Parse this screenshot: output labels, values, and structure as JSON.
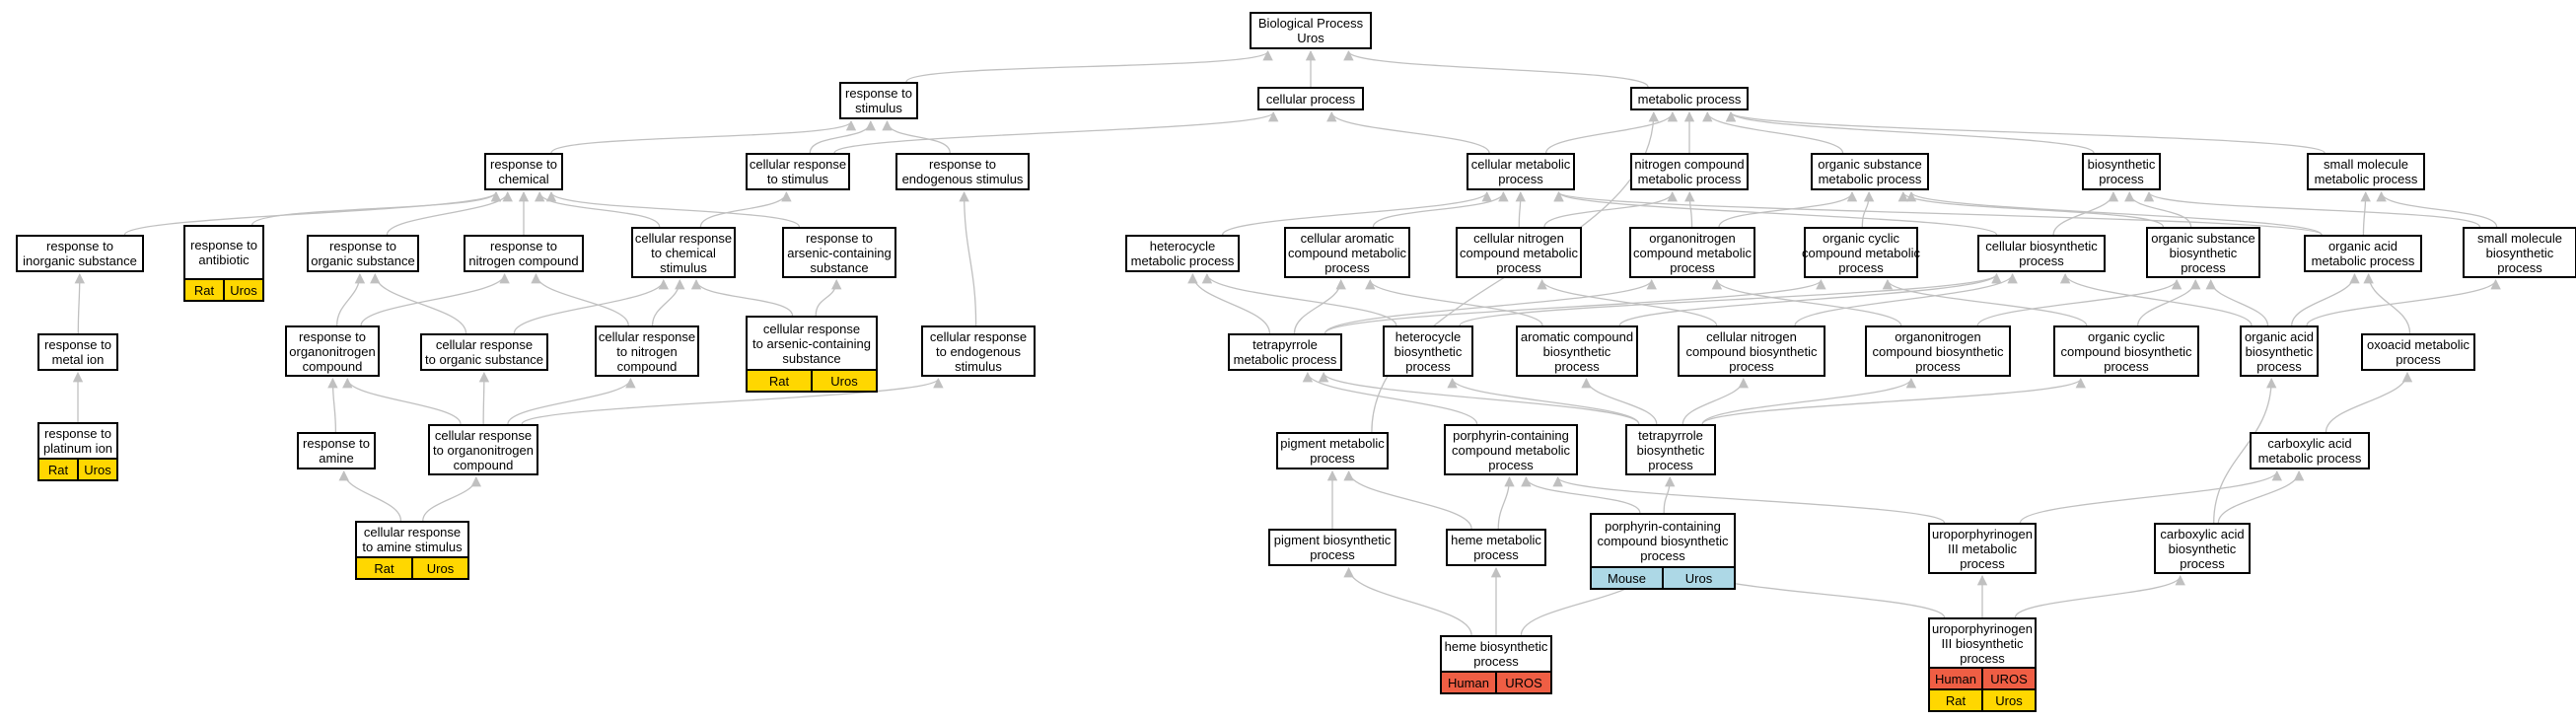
{
  "graph": {
    "colors": {
      "edge": "#c0c0c0",
      "border": "#000000",
      "rat": "#ffd700",
      "mouse": "#add8e6",
      "human": "#ef5e44"
    },
    "nodes": [
      {
        "id": "root",
        "lines": [
          "Biological Process",
          "Uros"
        ]
      },
      {
        "id": "resp_stim",
        "lines": [
          "response to",
          "stimulus"
        ]
      },
      {
        "id": "cell_proc",
        "lines": [
          "cellular process"
        ]
      },
      {
        "id": "metab_proc",
        "lines": [
          "metabolic process"
        ]
      },
      {
        "id": "resp_chem",
        "lines": [
          "response to",
          "chemical"
        ]
      },
      {
        "id": "cell_resp_stim",
        "lines": [
          "cellular response",
          "to stimulus"
        ]
      },
      {
        "id": "resp_endo",
        "lines": [
          "response to",
          "endogenous stimulus"
        ]
      },
      {
        "id": "cell_metab",
        "lines": [
          "cellular metabolic",
          "process"
        ]
      },
      {
        "id": "nitro_metab",
        "lines": [
          "nitrogen compound",
          "metabolic process"
        ]
      },
      {
        "id": "org_sub_metab",
        "lines": [
          "organic substance",
          "metabolic process"
        ]
      },
      {
        "id": "biosyn",
        "lines": [
          "biosynthetic",
          "process"
        ]
      },
      {
        "id": "small_mol_metab",
        "lines": [
          "small molecule",
          "metabolic process"
        ]
      },
      {
        "id": "resp_inorg",
        "lines": [
          "response to",
          "inorganic substance"
        ]
      },
      {
        "id": "resp_antibiotic",
        "lines": [
          "response to",
          "antibiotic"
        ],
        "annotations": [
          [
            {
              "label": "Rat",
              "color": "rat"
            },
            {
              "label": "Uros",
              "color": "rat"
            }
          ]
        ]
      },
      {
        "id": "resp_org_sub",
        "lines": [
          "response to",
          "organic substance"
        ]
      },
      {
        "id": "resp_nitro",
        "lines": [
          "response to",
          "nitrogen compound"
        ]
      },
      {
        "id": "cell_resp_chem",
        "lines": [
          "cellular response",
          "to chemical",
          "stimulus"
        ]
      },
      {
        "id": "resp_arsenic",
        "lines": [
          "response to",
          "arsenic-containing",
          "substance"
        ]
      },
      {
        "id": "heterocycle_metab",
        "lines": [
          "heterocycle",
          "metabolic process"
        ]
      },
      {
        "id": "cell_arom_metab",
        "lines": [
          "cellular aromatic",
          "compound metabolic",
          "process"
        ]
      },
      {
        "id": "cell_nitro_metab",
        "lines": [
          "cellular nitrogen",
          "compound metabolic",
          "process"
        ]
      },
      {
        "id": "organonitro_metab",
        "lines": [
          "organonitrogen",
          "compound metabolic",
          "process"
        ]
      },
      {
        "id": "org_cyclic_metab",
        "lines": [
          "organic cyclic",
          "compound metabolic",
          "process"
        ]
      },
      {
        "id": "cell_biosyn",
        "lines": [
          "cellular biosynthetic",
          "process"
        ]
      },
      {
        "id": "org_sub_biosyn",
        "lines": [
          "organic substance",
          "biosynthetic",
          "process"
        ]
      },
      {
        "id": "org_acid_metab",
        "lines": [
          "organic acid",
          "metabolic process"
        ]
      },
      {
        "id": "small_mol_biosyn",
        "lines": [
          "small molecule",
          "biosynthetic",
          "process"
        ]
      },
      {
        "id": "resp_metal",
        "lines": [
          "response to",
          "metal ion"
        ]
      },
      {
        "id": "resp_organonitro",
        "lines": [
          "response to",
          "organonitrogen",
          "compound"
        ]
      },
      {
        "id": "cell_resp_org_sub",
        "lines": [
          "cellular response",
          "to organic substance"
        ]
      },
      {
        "id": "cell_resp_nitro",
        "lines": [
          "cellular response",
          "to nitrogen",
          "compound"
        ]
      },
      {
        "id": "cell_resp_arsenic",
        "lines": [
          "cellular response",
          "to arsenic-containing",
          "substance"
        ],
        "annotations": [
          [
            {
              "label": "Rat",
              "color": "rat"
            },
            {
              "label": "Uros",
              "color": "rat"
            }
          ]
        ]
      },
      {
        "id": "cell_resp_endo",
        "lines": [
          "cellular response",
          "to endogenous",
          "stimulus"
        ]
      },
      {
        "id": "tetrapyrrole_metab",
        "lines": [
          "tetrapyrrole",
          "metabolic process"
        ]
      },
      {
        "id": "heterocycle_biosyn",
        "lines": [
          "heterocycle",
          "biosynthetic",
          "process"
        ]
      },
      {
        "id": "arom_biosyn",
        "lines": [
          "aromatic compound",
          "biosynthetic",
          "process"
        ]
      },
      {
        "id": "cell_nitro_biosyn",
        "lines": [
          "cellular nitrogen",
          "compound biosynthetic",
          "process"
        ]
      },
      {
        "id": "organonitro_biosyn",
        "lines": [
          "organonitrogen",
          "compound biosynthetic",
          "process"
        ]
      },
      {
        "id": "org_cyclic_biosyn",
        "lines": [
          "organic cyclic",
          "compound biosynthetic",
          "process"
        ]
      },
      {
        "id": "org_acid_biosyn",
        "lines": [
          "organic acid",
          "biosynthetic",
          "process"
        ]
      },
      {
        "id": "oxoacid_metab",
        "lines": [
          "oxoacid metabolic",
          "process"
        ]
      },
      {
        "id": "resp_platinum",
        "lines": [
          "response to",
          "platinum ion"
        ],
        "annotations": [
          [
            {
              "label": "Rat",
              "color": "rat"
            },
            {
              "label": "Uros",
              "color": "rat"
            }
          ]
        ]
      },
      {
        "id": "resp_amine",
        "lines": [
          "response to",
          "amine"
        ]
      },
      {
        "id": "cell_resp_organonitro",
        "lines": [
          "cellular response",
          "to organonitrogen",
          "compound"
        ]
      },
      {
        "id": "pigment_metab",
        "lines": [
          "pigment metabolic",
          "process"
        ]
      },
      {
        "id": "porph_metab",
        "lines": [
          "porphyrin-containing",
          "compound metabolic",
          "process"
        ]
      },
      {
        "id": "tetrapyrrole_biosyn",
        "lines": [
          "tetrapyrrole",
          "biosynthetic",
          "process"
        ]
      },
      {
        "id": "carbox_metab",
        "lines": [
          "carboxylic acid",
          "metabolic process"
        ]
      },
      {
        "id": "cell_resp_amine",
        "lines": [
          "cellular response",
          "to amine stimulus"
        ],
        "annotations": [
          [
            {
              "label": "Rat",
              "color": "rat"
            },
            {
              "label": "Uros",
              "color": "rat"
            }
          ]
        ]
      },
      {
        "id": "pigment_biosyn",
        "lines": [
          "pigment biosynthetic",
          "process"
        ]
      },
      {
        "id": "heme_metab",
        "lines": [
          "heme metabolic",
          "process"
        ]
      },
      {
        "id": "porph_biosyn",
        "lines": [
          "porphyrin-containing",
          "compound biosynthetic",
          "process"
        ],
        "annotations": [
          [
            {
              "label": "Mouse",
              "color": "mouse"
            },
            {
              "label": "Uros",
              "color": "mouse"
            }
          ]
        ]
      },
      {
        "id": "urop_metab",
        "lines": [
          "uroporphyrinogen",
          "III metabolic",
          "process"
        ]
      },
      {
        "id": "carbox_biosyn",
        "lines": [
          "carboxylic acid",
          "biosynthetic",
          "process"
        ]
      },
      {
        "id": "heme_biosyn",
        "lines": [
          "heme biosynthetic",
          "process"
        ],
        "annotations": [
          [
            {
              "label": "Human",
              "color": "human"
            },
            {
              "label": "UROS",
              "color": "human"
            }
          ]
        ]
      },
      {
        "id": "urop_biosyn",
        "lines": [
          "uroporphyrinogen",
          "III biosynthetic",
          "process"
        ],
        "annotations": [
          [
            {
              "label": "Human",
              "color": "human"
            },
            {
              "label": "UROS",
              "color": "human"
            }
          ],
          [
            {
              "label": "Rat",
              "color": "rat"
            },
            {
              "label": "Uros",
              "color": "rat"
            }
          ]
        ]
      }
    ],
    "edges": [
      [
        "resp_stim",
        "root"
      ],
      [
        "cell_proc",
        "root"
      ],
      [
        "metab_proc",
        "root"
      ],
      [
        "resp_chem",
        "resp_stim"
      ],
      [
        "cell_resp_stim",
        "resp_stim"
      ],
      [
        "cell_resp_stim",
        "cell_proc"
      ],
      [
        "resp_endo",
        "resp_stim"
      ],
      [
        "cell_metab",
        "cell_proc"
      ],
      [
        "cell_metab",
        "metab_proc"
      ],
      [
        "nitro_metab",
        "metab_proc"
      ],
      [
        "org_sub_metab",
        "metab_proc"
      ],
      [
        "biosyn",
        "metab_proc"
      ],
      [
        "small_mol_metab",
        "metab_proc"
      ],
      [
        "resp_inorg",
        "resp_chem"
      ],
      [
        "resp_antibiotic",
        "resp_chem"
      ],
      [
        "resp_org_sub",
        "resp_chem"
      ],
      [
        "resp_nitro",
        "resp_chem"
      ],
      [
        "cell_resp_chem",
        "resp_chem"
      ],
      [
        "cell_resp_chem",
        "cell_resp_stim"
      ],
      [
        "resp_arsenic",
        "resp_chem"
      ],
      [
        "heterocycle_metab",
        "cell_metab"
      ],
      [
        "cell_arom_metab",
        "cell_metab"
      ],
      [
        "cell_nitro_metab",
        "cell_metab"
      ],
      [
        "cell_nitro_metab",
        "nitro_metab"
      ],
      [
        "organonitro_metab",
        "nitro_metab"
      ],
      [
        "organonitro_metab",
        "org_sub_metab"
      ],
      [
        "org_cyclic_metab",
        "org_sub_metab"
      ],
      [
        "cell_biosyn",
        "cell_metab"
      ],
      [
        "cell_biosyn",
        "biosyn"
      ],
      [
        "org_sub_biosyn",
        "org_sub_metab"
      ],
      [
        "org_sub_biosyn",
        "biosyn"
      ],
      [
        "org_acid_metab",
        "cell_metab"
      ],
      [
        "org_acid_metab",
        "org_sub_metab"
      ],
      [
        "org_acid_metab",
        "small_mol_metab"
      ],
      [
        "small_mol_biosyn",
        "biosyn"
      ],
      [
        "small_mol_biosyn",
        "small_mol_metab"
      ],
      [
        "resp_metal",
        "resp_inorg"
      ],
      [
        "resp_organonitro",
        "resp_org_sub"
      ],
      [
        "resp_organonitro",
        "resp_nitro"
      ],
      [
        "cell_resp_org_sub",
        "resp_org_sub"
      ],
      [
        "cell_resp_org_sub",
        "cell_resp_chem"
      ],
      [
        "cell_resp_nitro",
        "resp_nitro"
      ],
      [
        "cell_resp_nitro",
        "cell_resp_chem"
      ],
      [
        "cell_resp_arsenic",
        "resp_arsenic"
      ],
      [
        "cell_resp_arsenic",
        "cell_resp_chem"
      ],
      [
        "cell_resp_endo",
        "resp_endo"
      ],
      [
        "tetrapyrrole_metab",
        "heterocycle_metab"
      ],
      [
        "tetrapyrrole_metab",
        "cell_arom_metab"
      ],
      [
        "tetrapyrrole_metab",
        "organonitro_metab"
      ],
      [
        "tetrapyrrole_metab",
        "org_cyclic_metab"
      ],
      [
        "heterocycle_biosyn",
        "heterocycle_metab"
      ],
      [
        "heterocycle_biosyn",
        "cell_biosyn"
      ],
      [
        "arom_biosyn",
        "cell_arom_metab"
      ],
      [
        "arom_biosyn",
        "cell_biosyn"
      ],
      [
        "cell_nitro_biosyn",
        "cell_nitro_metab"
      ],
      [
        "cell_nitro_biosyn",
        "cell_biosyn"
      ],
      [
        "organonitro_biosyn",
        "organonitro_metab"
      ],
      [
        "organonitro_biosyn",
        "org_sub_biosyn"
      ],
      [
        "org_cyclic_biosyn",
        "org_cyclic_metab"
      ],
      [
        "org_cyclic_biosyn",
        "org_sub_biosyn"
      ],
      [
        "org_acid_biosyn",
        "org_acid_metab"
      ],
      [
        "org_acid_biosyn",
        "cell_biosyn"
      ],
      [
        "org_acid_biosyn",
        "small_mol_biosyn"
      ],
      [
        "org_acid_biosyn",
        "org_sub_biosyn"
      ],
      [
        "oxoacid_metab",
        "org_acid_metab"
      ],
      [
        "resp_platinum",
        "resp_metal"
      ],
      [
        "resp_amine",
        "resp_organonitro"
      ],
      [
        "cell_resp_organonitro",
        "resp_organonitro"
      ],
      [
        "cell_resp_organonitro",
        "cell_resp_org_sub"
      ],
      [
        "cell_resp_organonitro",
        "cell_resp_nitro"
      ],
      [
        "cell_resp_organonitro",
        "cell_resp_endo"
      ],
      [
        "pigment_metab",
        "metab_proc"
      ],
      [
        "porph_metab",
        "tetrapyrrole_metab"
      ],
      [
        "tetrapyrrole_biosyn",
        "tetrapyrrole_metab"
      ],
      [
        "tetrapyrrole_biosyn",
        "heterocycle_biosyn"
      ],
      [
        "tetrapyrrole_biosyn",
        "arom_biosyn"
      ],
      [
        "tetrapyrrole_biosyn",
        "cell_nitro_biosyn"
      ],
      [
        "tetrapyrrole_biosyn",
        "organonitro_biosyn"
      ],
      [
        "tetrapyrrole_biosyn",
        "org_cyclic_biosyn"
      ],
      [
        "carbox_metab",
        "oxoacid_metab"
      ],
      [
        "cell_resp_amine",
        "resp_amine"
      ],
      [
        "cell_resp_amine",
        "cell_resp_organonitro"
      ],
      [
        "pigment_biosyn",
        "pigment_metab"
      ],
      [
        "heme_metab",
        "pigment_metab"
      ],
      [
        "heme_metab",
        "porph_metab"
      ],
      [
        "porph_biosyn",
        "porph_metab"
      ],
      [
        "porph_biosyn",
        "tetrapyrrole_biosyn"
      ],
      [
        "urop_metab",
        "porph_metab"
      ],
      [
        "urop_metab",
        "carbox_metab"
      ],
      [
        "carbox_biosyn",
        "carbox_metab"
      ],
      [
        "carbox_biosyn",
        "org_acid_biosyn"
      ],
      [
        "heme_biosyn",
        "pigment_biosyn"
      ],
      [
        "heme_biosyn",
        "heme_metab"
      ],
      [
        "heme_biosyn",
        "porph_biosyn"
      ],
      [
        "urop_biosyn",
        "porph_biosyn"
      ],
      [
        "urop_biosyn",
        "urop_metab"
      ],
      [
        "urop_biosyn",
        "carbox_biosyn"
      ]
    ]
  }
}
